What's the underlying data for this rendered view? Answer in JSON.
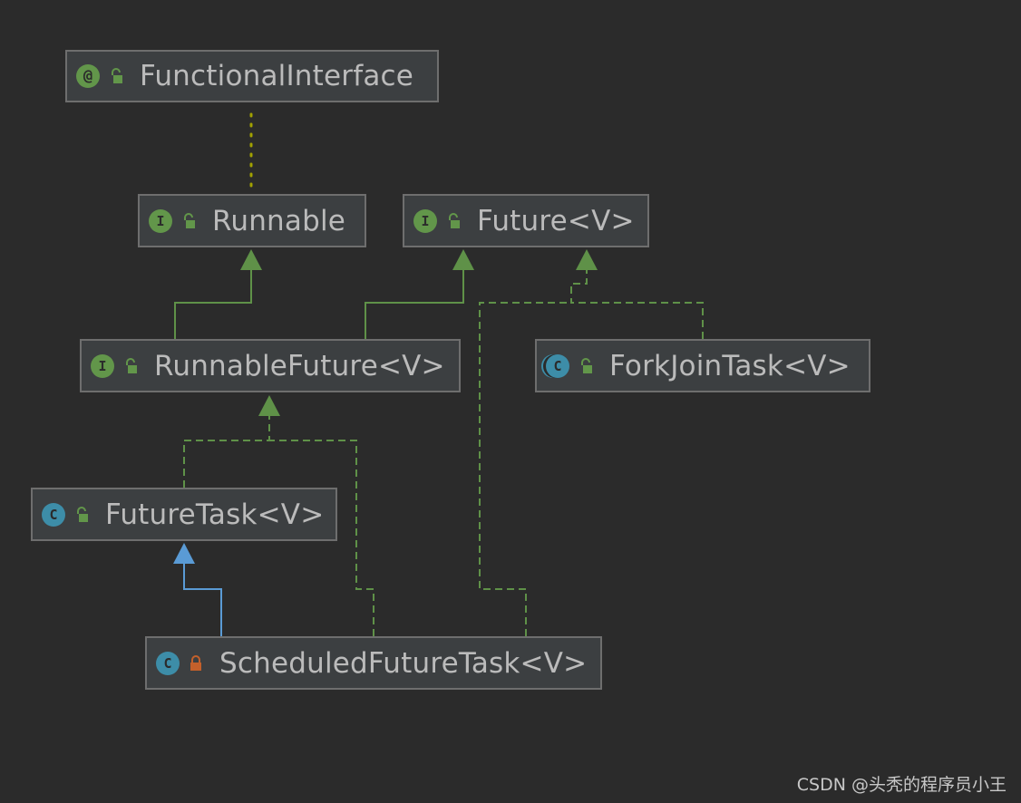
{
  "nodes": [
    {
      "id": "functional-interface",
      "label": "FunctionalInterface",
      "kind": "annotation",
      "kind_glyph": "@",
      "access": "public"
    },
    {
      "id": "runnable",
      "label": "Runnable",
      "kind": "interface",
      "kind_glyph": "I",
      "access": "public"
    },
    {
      "id": "future",
      "label": "Future<V>",
      "kind": "interface",
      "kind_glyph": "I",
      "access": "public"
    },
    {
      "id": "runnable-future",
      "label": "RunnableFuture<V>",
      "kind": "interface",
      "kind_glyph": "I",
      "access": "public"
    },
    {
      "id": "fork-join-task",
      "label": "ForkJoinTask<V>",
      "kind": "abstract-class",
      "kind_glyph": "C",
      "access": "public"
    },
    {
      "id": "future-task",
      "label": "FutureTask<V>",
      "kind": "class",
      "kind_glyph": "C",
      "access": "public"
    },
    {
      "id": "scheduled-future-task",
      "label": "ScheduledFutureTask<V>",
      "kind": "class",
      "kind_glyph": "C",
      "access": "private"
    }
  ],
  "edges": [
    {
      "from": "runnable",
      "to": "functional-interface",
      "type": "annotated",
      "style": "dotted",
      "color": "#a0a000"
    },
    {
      "from": "runnable-future",
      "to": "runnable",
      "type": "extends",
      "style": "solid",
      "color": "#5f9148"
    },
    {
      "from": "runnable-future",
      "to": "future",
      "type": "extends",
      "style": "solid",
      "color": "#5f9148"
    },
    {
      "from": "fork-join-task",
      "to": "future",
      "type": "implements",
      "style": "dashed",
      "color": "#5f9148"
    },
    {
      "from": "future-task",
      "to": "runnable-future",
      "type": "implements",
      "style": "dashed",
      "color": "#5f9148"
    },
    {
      "from": "scheduled-future-task",
      "to": "runnable-future",
      "type": "implements",
      "style": "dashed",
      "color": "#5f9148"
    },
    {
      "from": "scheduled-future-task",
      "to": "future",
      "type": "implements",
      "style": "dashed",
      "color": "#5f9148"
    },
    {
      "from": "scheduled-future-task",
      "to": "future-task",
      "type": "extends",
      "style": "solid",
      "color": "#5a9bd5"
    }
  ],
  "colors": {
    "background": "#2b2b2b",
    "node_fill": "#3c3f41",
    "node_border": "#6e6e6e",
    "text": "#bbbbbb",
    "interface_icon": "#62964a",
    "class_icon": "#3d8da8",
    "public_lock": "#62964a",
    "private_lock": "#c3602b"
  },
  "watermark": "CSDN @头秃的程序员小王"
}
